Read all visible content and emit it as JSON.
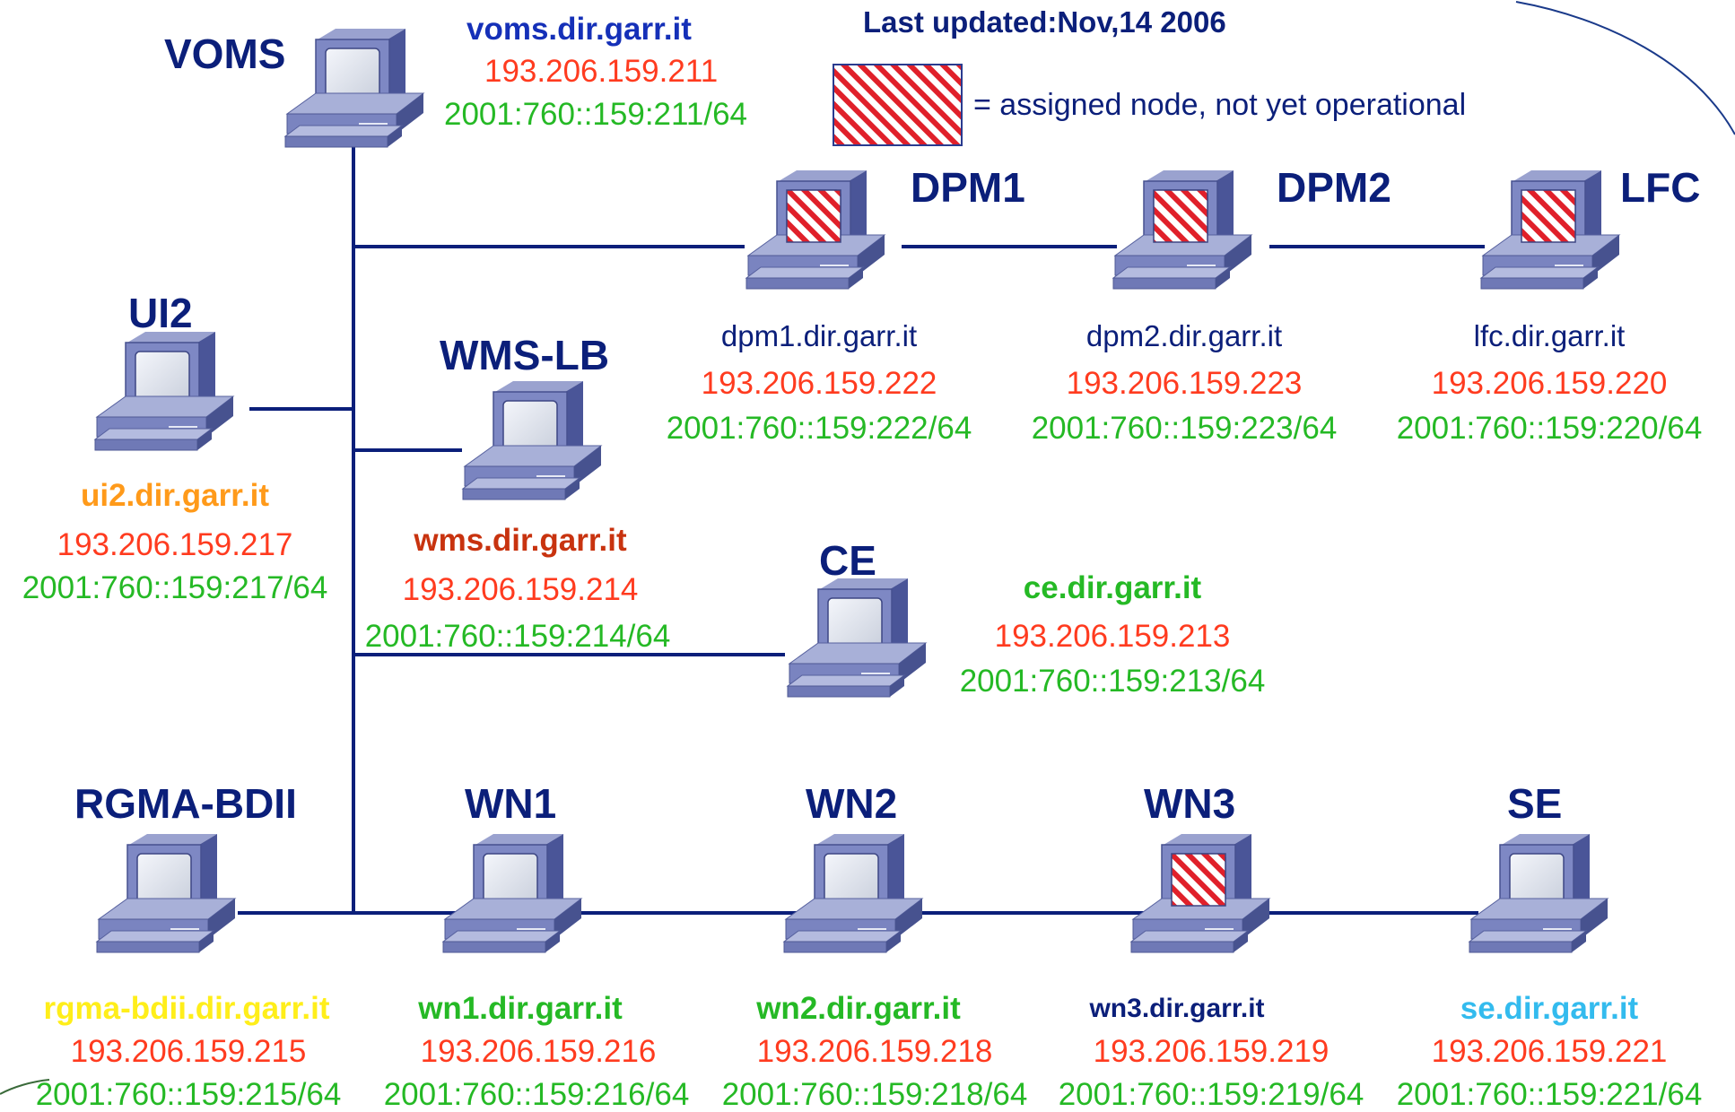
{
  "header": {
    "last_updated": "Last updated:Nov,14  2006",
    "legend_text": "=  assigned node, not yet operational"
  },
  "colors": {
    "link": "#0b1f7a",
    "name": "#0b1f7a",
    "ipv4": "#ff3b1f",
    "ipv6": "#25b925",
    "pending_hatch": "#e0202a"
  },
  "nodes": {
    "voms": {
      "name": "VOMS",
      "host": "voms.dir.garr.it",
      "ipv4": "193.206.159.211",
      "ipv6": "2001:760::159:211/64",
      "host_color": "#1530b8",
      "status": "operational"
    },
    "dpm1": {
      "name": "DPM1",
      "host": "dpm1.dir.garr.it",
      "ipv4": "193.206.159.222",
      "ipv6": "2001:760::159:222/64",
      "host_color": "#0b1f7a",
      "status": "not yet operational"
    },
    "dpm2": {
      "name": "DPM2",
      "host": "dpm2.dir.garr.it",
      "ipv4": "193.206.159.223",
      "ipv6": "2001:760::159:223/64",
      "host_color": "#0b1f7a",
      "status": "not yet operational"
    },
    "lfc": {
      "name": "LFC",
      "host": "lfc.dir.garr.it",
      "ipv4": "193.206.159.220",
      "ipv6": "2001:760::159:220/64",
      "host_color": "#0b1f7a",
      "status": "not yet operational"
    },
    "ui2": {
      "name": "UI2",
      "host": "ui2.dir.garr.it",
      "ipv4": "193.206.159.217",
      "ipv6": "2001:760::159:217/64",
      "host_color": "#ff9a1a",
      "status": "operational"
    },
    "wms": {
      "name": "WMS-LB",
      "host": "wms.dir.garr.it",
      "ipv4": "193.206.159.214",
      "ipv6": "2001:760::159:214/64",
      "host_color": "#c8330f",
      "status": "operational"
    },
    "ce": {
      "name": "CE",
      "host": "ce.dir.garr.it",
      "ipv4": "193.206.159.213",
      "ipv6": "2001:760::159:213/64",
      "host_color": "#25b925",
      "status": "operational"
    },
    "rgma": {
      "name": "RGMA-BDII",
      "host": "rgma-bdii.dir.garr.it",
      "ipv4": "193.206.159.215",
      "ipv6": "2001:760::159:215/64",
      "host_color": "#ffee1a",
      "status": "operational"
    },
    "wn1": {
      "name": "WN1",
      "host": "wn1.dir.garr.it",
      "ipv4": "193.206.159.216",
      "ipv6": "2001:760::159:216/64",
      "host_color": "#25b925",
      "status": "operational"
    },
    "wn2": {
      "name": "WN2",
      "host": "wn2.dir.garr.it",
      "ipv4": "193.206.159.218",
      "ipv6": "2001:760::159:218/64",
      "host_color": "#25b925",
      "status": "operational"
    },
    "wn3": {
      "name": "WN3",
      "host": "wn3.dir.garr.it",
      "ipv4": "193.206.159.219",
      "ipv6": "2001:760::159:219/64",
      "host_color": "#0b1f7a",
      "status": "not yet operational"
    },
    "se": {
      "name": "SE",
      "host": "se.dir.garr.it",
      "ipv4": "193.206.159.221",
      "ipv6": "2001:760::159:221/64",
      "host_color": "#33bbee",
      "status": "operational"
    }
  }
}
